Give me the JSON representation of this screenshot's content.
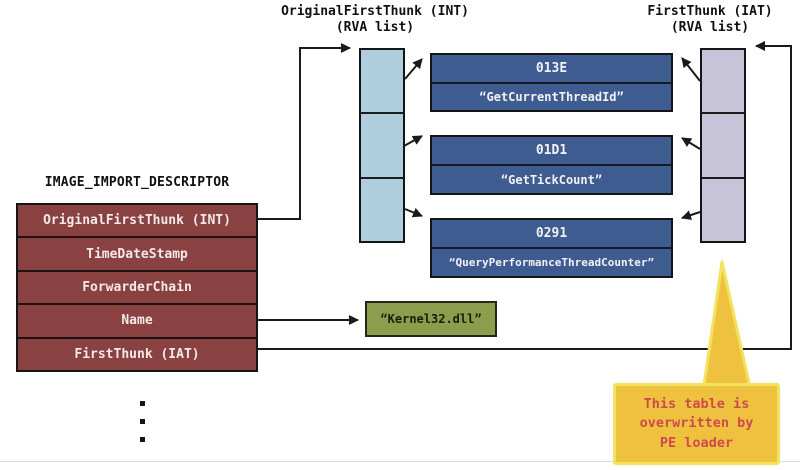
{
  "headers": {
    "int": {
      "line1": "OriginalFirstThunk (INT)",
      "line2": "(RVA list)"
    },
    "iat": {
      "line1": "FirstThunk (IAT)",
      "line2": "(RVA list)"
    }
  },
  "descriptor": {
    "title": "IMAGE_IMPORT_DESCRIPTOR",
    "rows": [
      "OriginalFirstThunk (INT)",
      "TimeDateStamp",
      "ForwarderChain",
      "Name",
      "FirstThunk (IAT)"
    ]
  },
  "hint_name_entries": [
    {
      "hint": "013E",
      "name": "“GetCurrentThreadId”"
    },
    {
      "hint": "01D1",
      "name": "“GetTickCount”"
    },
    {
      "hint": "0291",
      "name": "“QueryPerformanceThreadCounter”"
    }
  ],
  "dll_name_box": {
    "label": "“Kernel32.dll”"
  },
  "callout": {
    "line1": "This table is",
    "line2": "overwritten by",
    "line3": "PE loader"
  },
  "colors": {
    "descriptor_fill": "#8a4141",
    "entry_fill": "#3e5c90",
    "int_table_fill": "#afcedd",
    "iat_table_fill": "#c7c3d8",
    "dll_box_fill": "#8c9d4e",
    "callout_fill": "#eec23f",
    "callout_border": "#f3e35c",
    "callout_text": "#cf4a4e",
    "wire": "#1a1a1a"
  }
}
